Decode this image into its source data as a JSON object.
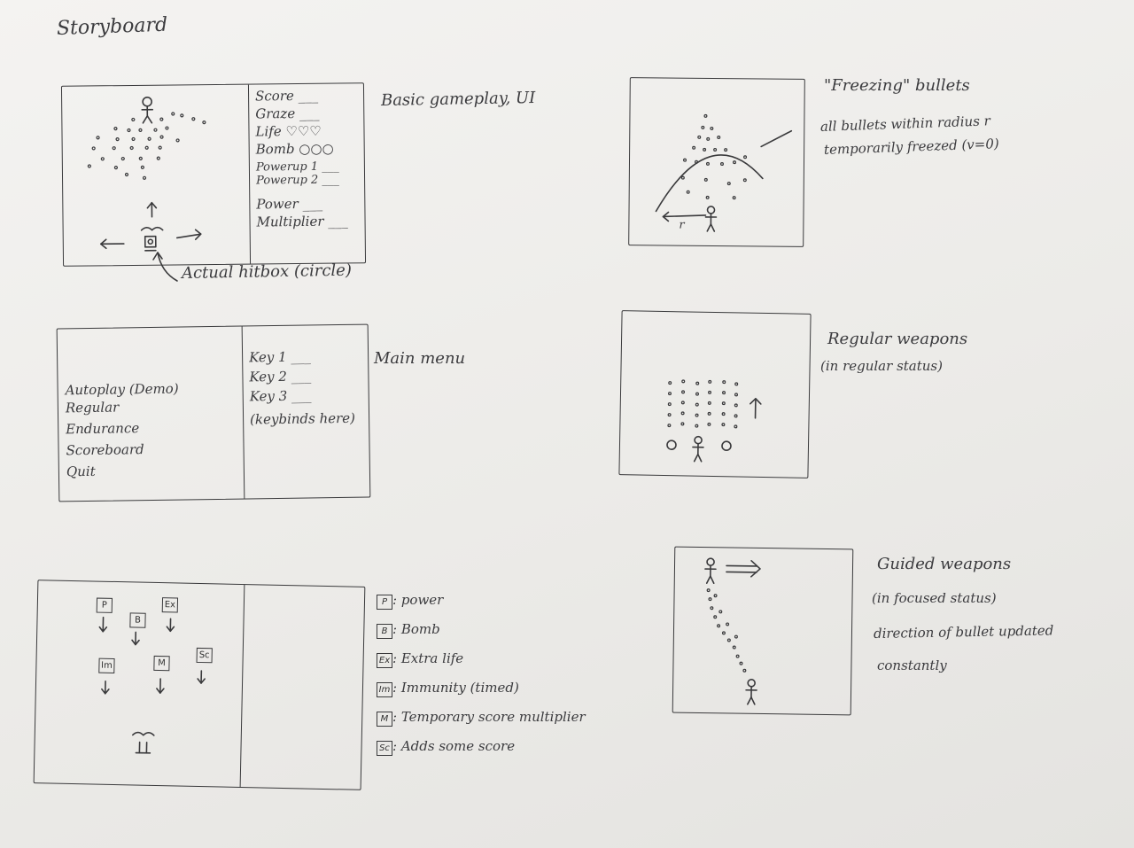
{
  "title": "Storyboard",
  "panel_gameplay": {
    "caption": "Basic gameplay, UI",
    "hitbox_note": "Actual hitbox (circle)",
    "sidebar": [
      {
        "label": "Score",
        "value": "___"
      },
      {
        "label": "Graze",
        "value": "___"
      },
      {
        "label": "Life",
        "value": "♡♡♡"
      },
      {
        "label": "Bomb",
        "value": "○○○"
      },
      {
        "label": "Powerup 1",
        "value": "___"
      },
      {
        "label": "Powerup 2",
        "value": "___"
      },
      {
        "label": "Power",
        "value": "___"
      },
      {
        "label": "Multiplier",
        "value": "___"
      }
    ]
  },
  "panel_menu": {
    "caption": "Main menu",
    "items": [
      "Autoplay (Demo)",
      "Regular",
      "Endurance",
      "Scoreboard",
      "Quit"
    ],
    "keys": [
      "Key 1 ___",
      "Key 2 ___",
      "Key 3 ___",
      "(keybinds here)"
    ]
  },
  "panel_items": {
    "legend": [
      {
        "badge": "P",
        "text": ": power"
      },
      {
        "badge": "B",
        "text": ": Bomb"
      },
      {
        "badge": "Ex",
        "text": ": Extra life"
      },
      {
        "badge": "Im",
        "text": ": Immunity (timed)"
      },
      {
        "badge": "M",
        "text": ": Temporary score multiplier"
      },
      {
        "badge": "Sc",
        "text": ": Adds some score"
      }
    ]
  },
  "panel_freeze": {
    "caption": "\"Freezing\" bullets",
    "line1": "all bullets within radius r",
    "line2": "temporarily freezed (v=0)",
    "radius_label": "r"
  },
  "panel_regular": {
    "caption_line1": "Regular weapons",
    "caption_line2": "(in regular status)"
  },
  "panel_guided": {
    "caption_line1": "Guided weapons",
    "caption_line2": "(in focused status)",
    "caption_line3": "direction of bullet updated",
    "caption_line4": "constantly"
  }
}
